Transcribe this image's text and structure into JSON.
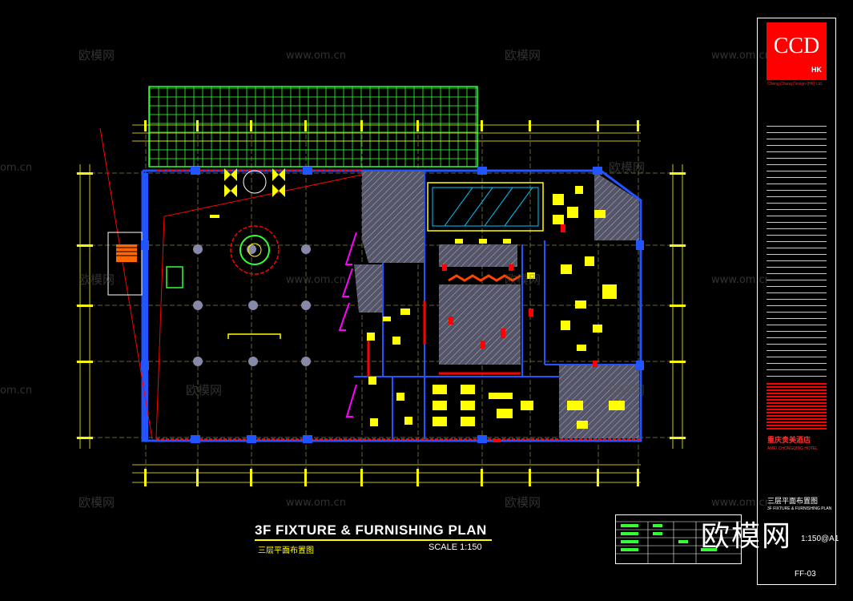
{
  "drawing": {
    "title": "3F FIXTURE & FURNISHING PLAN",
    "subtitle_cn": "三层平面布置图",
    "scale": "SCALE   1:150"
  },
  "titleblock": {
    "logo": "CCD",
    "logo_sub": "HK",
    "company": "Cheng Chung Design (HK) Ltd.",
    "hotel_cn": "重庆贵美酒店",
    "hotel_en": "AMEI CHONGQING HOTEL",
    "drawing_cn": "三层平面布置图",
    "drawing_en": "3F FIXTURE & FURNISHING PLAN",
    "scale": "1:150@A1",
    "drawing_no": "FF-03"
  },
  "watermarks": {
    "cn": "欧模网",
    "url": "www.om.cn",
    "url_cut": "om.cn",
    "big": "欧模网"
  },
  "colors": {
    "background": "#000000",
    "grid": "#ffff00",
    "wall_blue": "#2255ff",
    "wall_red": "#ff0000",
    "hatch": "#6a6a7a",
    "canopy": "#33ff33",
    "fixture_cyan": "#00c8ff"
  }
}
